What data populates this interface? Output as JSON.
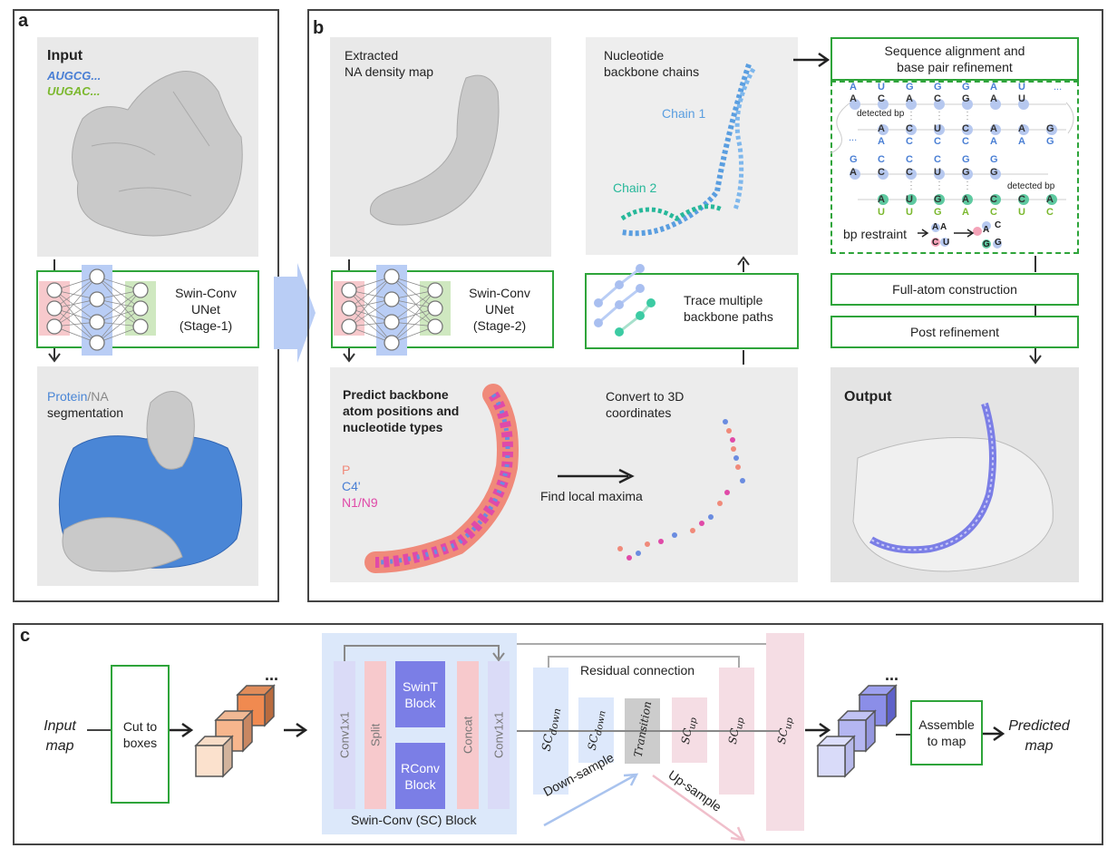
{
  "panel_a": {
    "label": "a",
    "input_title": "Input",
    "seq1": "AUGCG...",
    "seq2": "UUGAC...",
    "net_label": [
      "Swin-Conv",
      "UNet",
      "(Stage-1)"
    ],
    "seg_protein": "Protein",
    "seg_slash": "/",
    "seg_na": "NA",
    "seg_word": "segmentation"
  },
  "panel_b": {
    "label": "b",
    "extracted": [
      "Extracted",
      "NA density map"
    ],
    "backbone_chains": [
      "Nucleotide",
      "backbone chains"
    ],
    "chain1": "Chain 1",
    "chain2": "Chain 2",
    "net_label": [
      "Swin-Conv",
      "UNet",
      "(Stage-2)"
    ],
    "trace": [
      "Trace multiple",
      "backbone paths"
    ],
    "predict": [
      "Predict backbone",
      "atom positions and",
      "nucleotide types"
    ],
    "legend_p": "P",
    "legend_c4": "C4'",
    "legend_n": "N1/N9",
    "find_local": "Find local maxima",
    "convert": [
      "Convert to 3D",
      "coordinates"
    ],
    "seq_align": [
      "Sequence alignment and",
      "base pair refinement"
    ],
    "detected_bp": "detected bp",
    "bp_restraint": "bp restraint",
    "ellipsis": "...",
    "full_atom": "Full-atom construction",
    "post_refine": "Post refinement",
    "output": "Output",
    "row1_top": [
      "A",
      "U",
      "G",
      "G",
      "G",
      "A",
      "U"
    ],
    "row1_bot": [
      "A",
      "C",
      "A",
      "C",
      "G",
      "A",
      "U"
    ],
    "row2_top": [
      "A",
      "C",
      "U",
      "C",
      "A",
      "A",
      "G"
    ],
    "row2_bot": [
      "A",
      "C",
      "C",
      "C",
      "A",
      "A",
      "G"
    ],
    "row3_top": [
      "G",
      "C",
      "C",
      "C",
      "G",
      "G"
    ],
    "row3_bot": [
      "A",
      "C",
      "C",
      "U",
      "G",
      "G"
    ],
    "row4_top": [
      "A",
      "U",
      "G",
      "A",
      "C",
      "C",
      "A"
    ],
    "row4_bot": [
      "U",
      "U",
      "G",
      "A",
      "C",
      "U",
      "C"
    ],
    "restraint_letters": [
      "A",
      "C",
      "A",
      "U",
      "A",
      "G",
      "C",
      "G"
    ]
  },
  "panel_c": {
    "label": "c",
    "input_map": [
      "Input",
      "map"
    ],
    "cut_boxes": [
      "Cut to",
      "boxes"
    ],
    "ellipsis": "...",
    "conv1": "Conv1x1",
    "split": "Split",
    "swint": [
      "SwinT",
      "Block"
    ],
    "rconv": [
      "RConv",
      "Block"
    ],
    "concat": "Concat",
    "conv2": "Conv1x1",
    "sc_block": "Swin-Conv (SC) Block",
    "residual": "Residual connection",
    "sc_base": "SC",
    "down": "down",
    "up": "up",
    "transition": "Transition",
    "down_sample": "Down-sample",
    "up_sample": "Up-sample",
    "assemble": [
      "Assemble",
      "to map"
    ],
    "predicted_map": [
      "Predicted",
      "map"
    ]
  },
  "colors": {
    "green": "#2ea43a",
    "blue_na": "#4a7fd4",
    "green_na": "#7bb82e",
    "pink": "#f7c9cc",
    "lilac": "#dadbf7",
    "violet": "#7b7ee6",
    "orange": "#f08a50",
    "teal": "#27b89a"
  }
}
